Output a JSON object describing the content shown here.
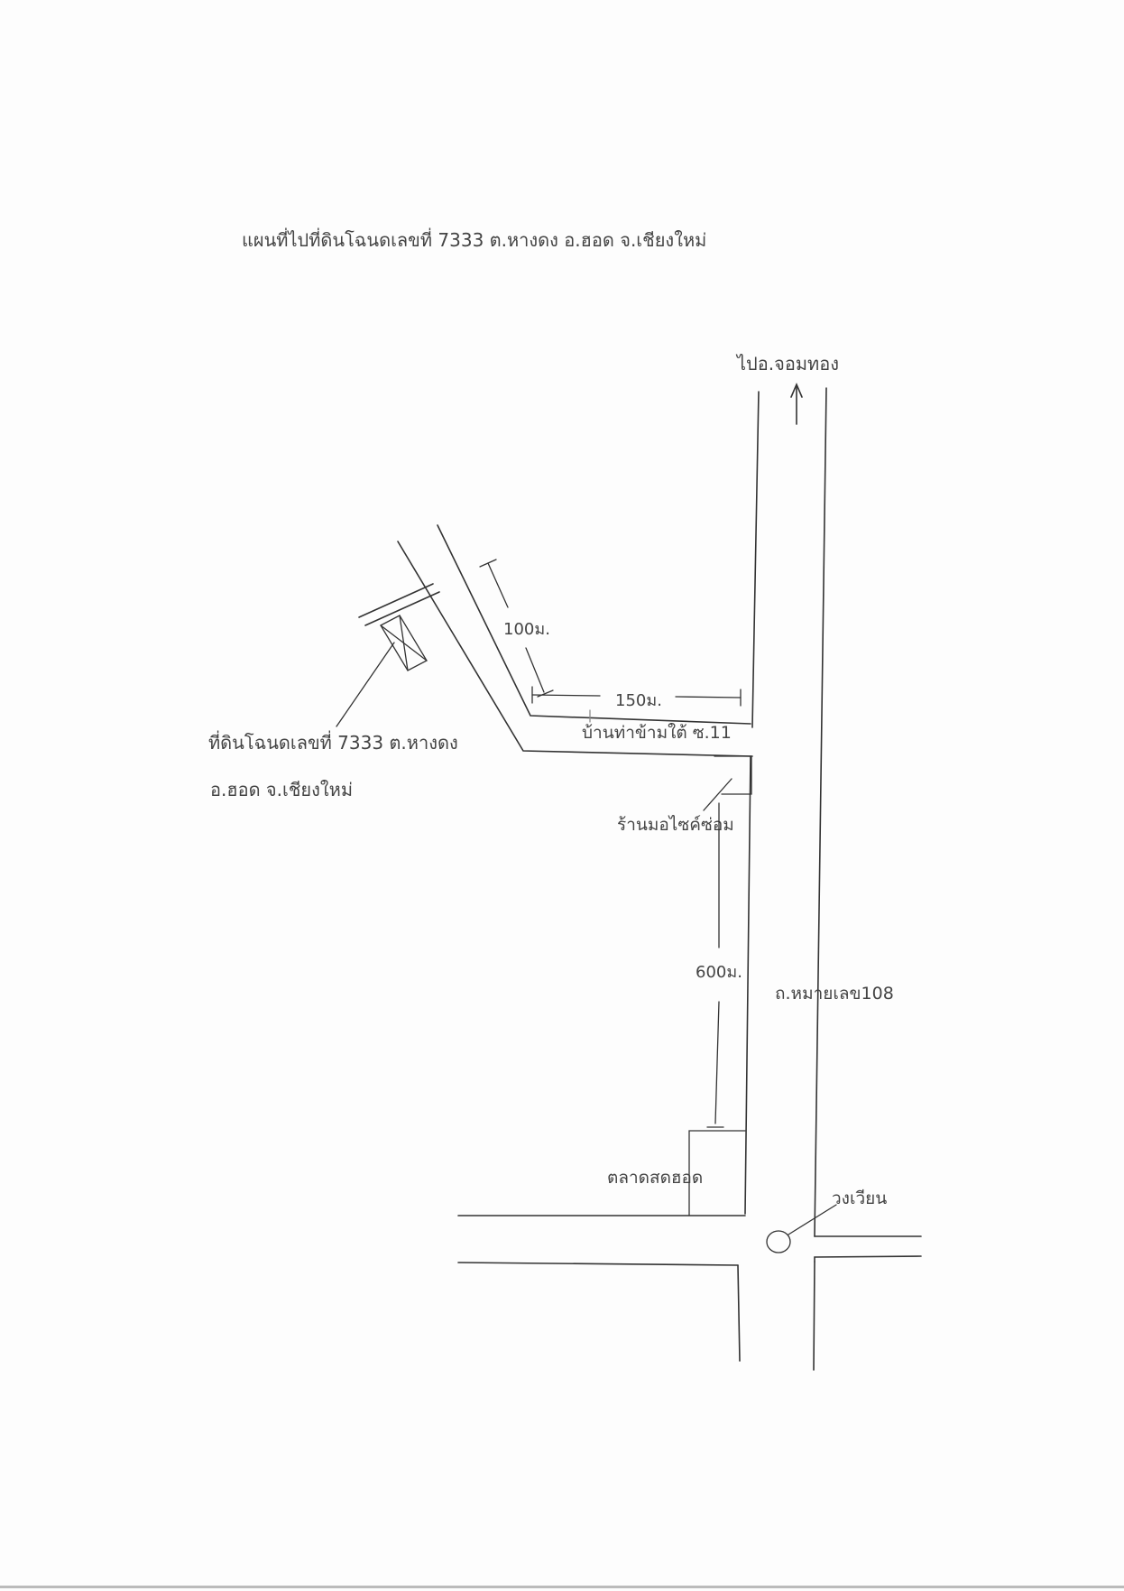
{
  "title": "แผนที่ไปที่ดินโฉนดเลขที่ 7333 ต.หางดง อ.ฮอด จ.เชียงใหม่",
  "labels": {
    "to_chomthong": "ไปอ.จอมทอง",
    "land_plot_line1": "ที่ดินโฉนดเลขที่ 7333 ต.หางดง",
    "land_plot_line2": "อ.ฮอด จ.เชียงใหม่",
    "dist_100": "100ม.",
    "dist_150": "150ม.",
    "village": "บ้านท่าข้ามใต้ ซ.11",
    "motorcycle_shop": "ร้านมอไซค์ซ่อม",
    "dist_600": "600ม.",
    "highway": "ถ.หมายเลข108",
    "market": "ตลาดสดฮอด",
    "roundabout": "วงเวียน"
  },
  "icons": {
    "north_arrow": "arrow-up-icon",
    "roundabout_marker": "circle-marker-icon",
    "land_plot_marker": "crossed-rectangle-icon"
  },
  "colors": {
    "paper": "#fdfdfd",
    "ink": "#333333",
    "text": "#444444"
  }
}
